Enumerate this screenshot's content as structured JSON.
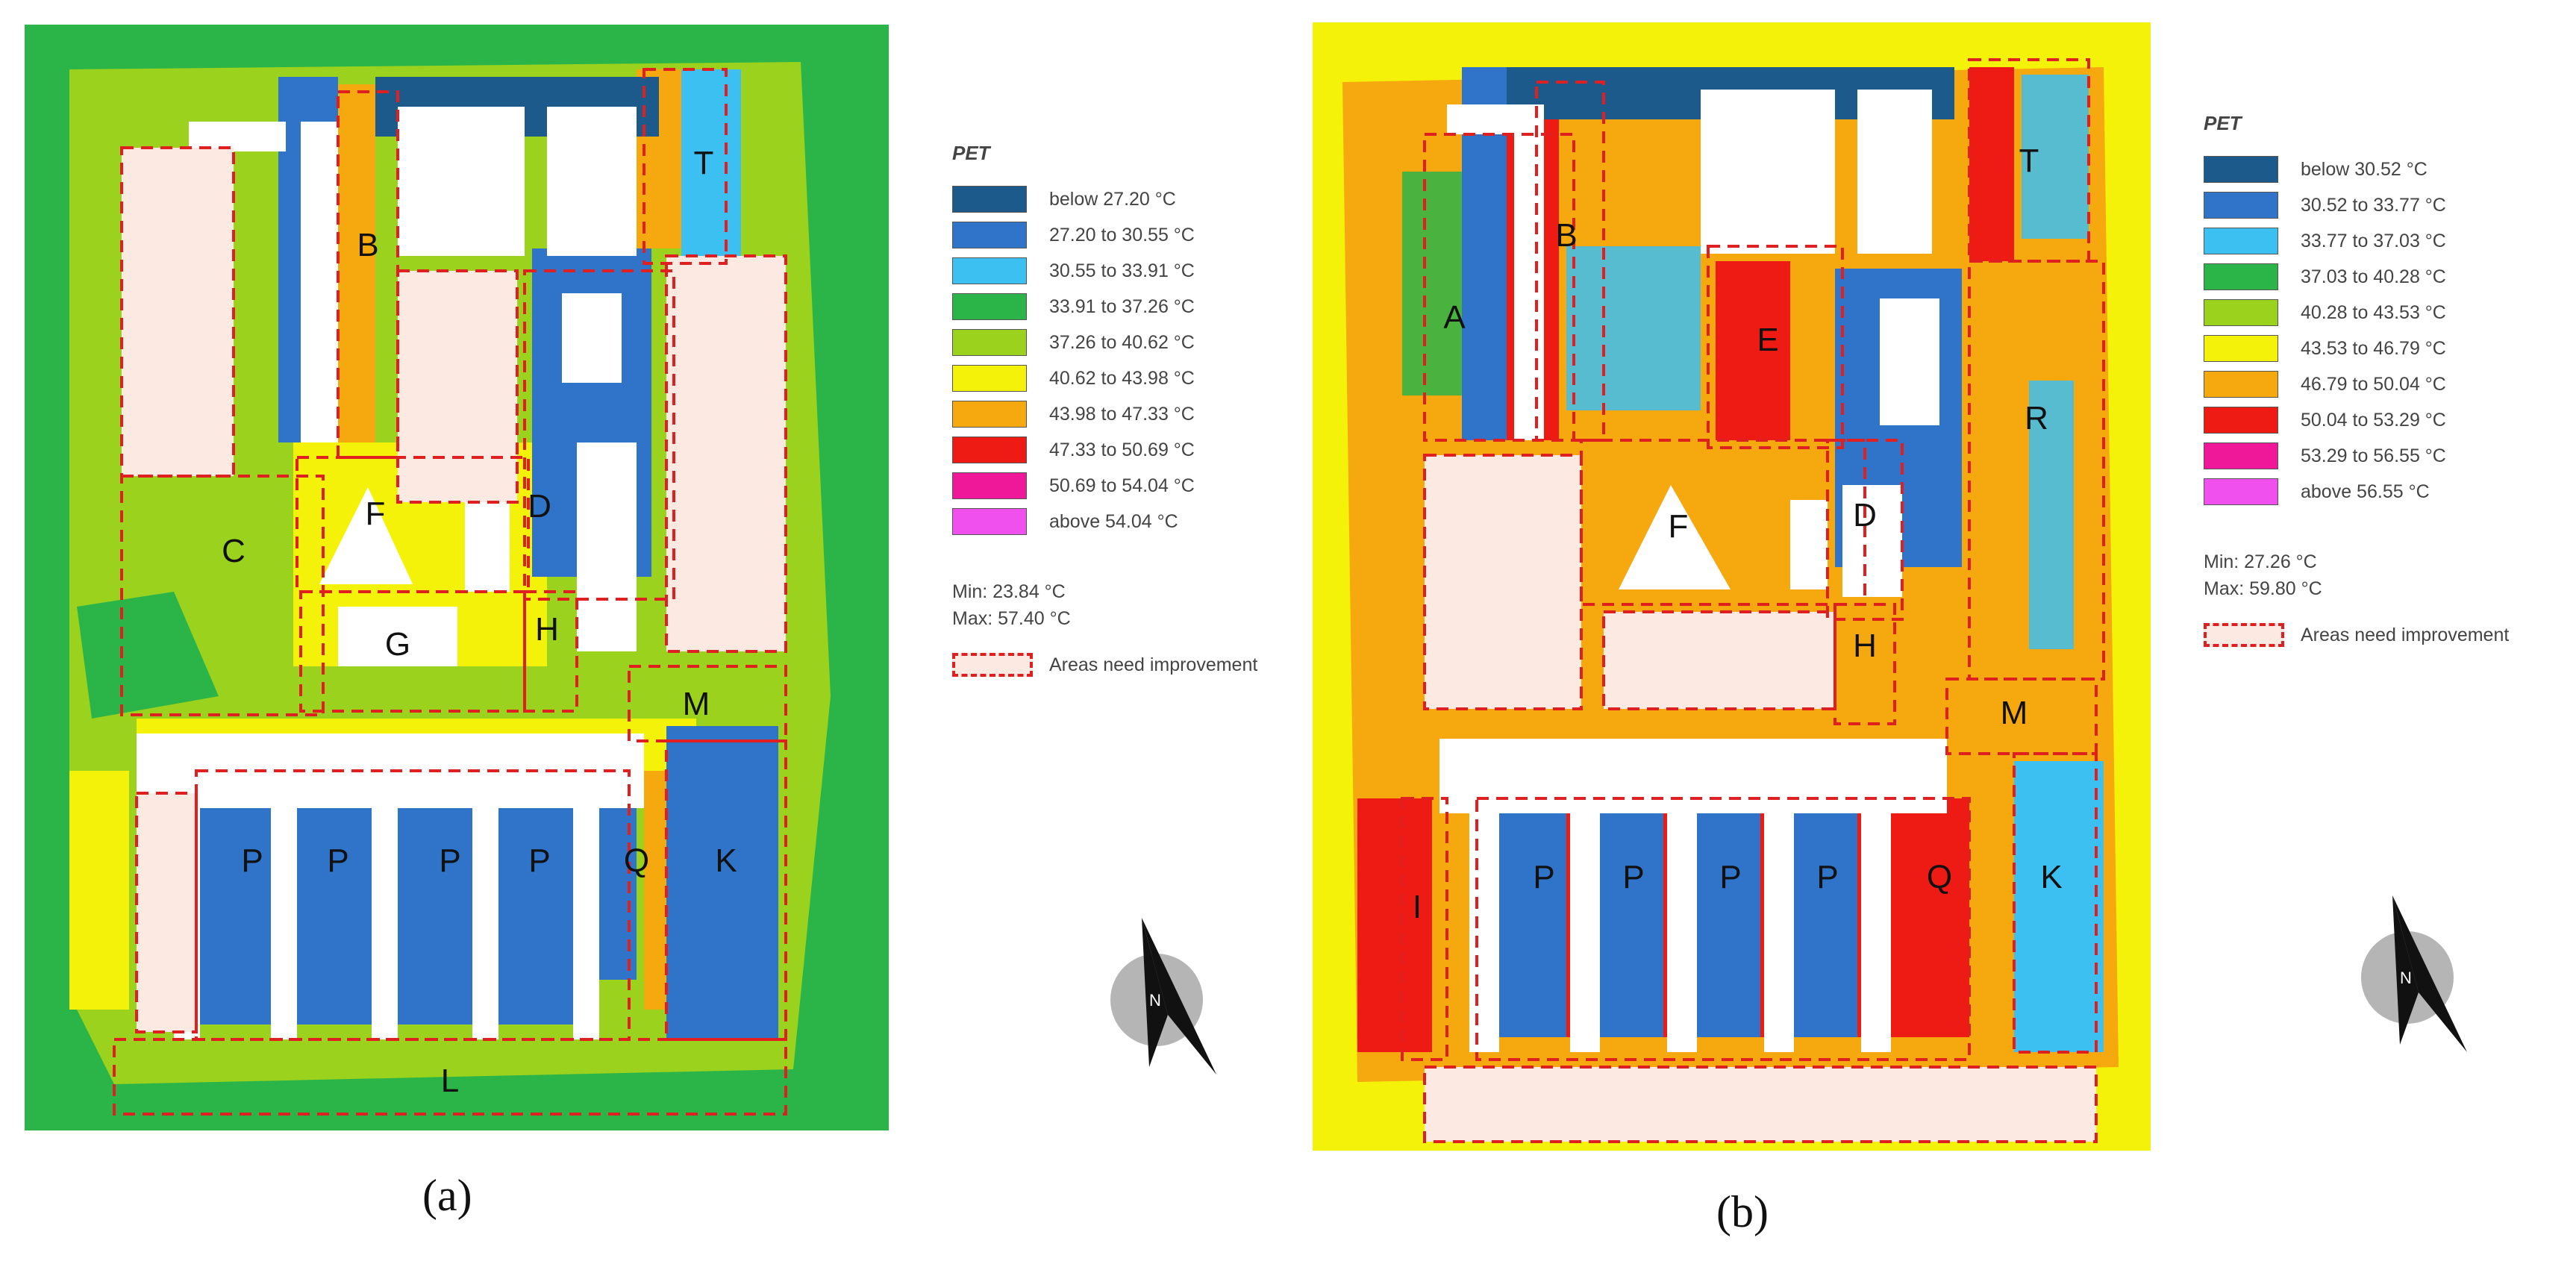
{
  "panels": [
    {
      "caption": "(a)",
      "legend": {
        "title": "PET",
        "items": [
          {
            "label": "below 27.20 °C",
            "color": "#1c5a8c"
          },
          {
            "label": "27.20 to 30.55 °C",
            "color": "#2f74c8"
          },
          {
            "label": "30.55 to 33.91 °C",
            "color": "#3cc0f2"
          },
          {
            "label": "33.91 to 37.26 °C",
            "color": "#2bb548"
          },
          {
            "label": "37.26 to 40.62 °C",
            "color": "#9ad21e"
          },
          {
            "label": "40.62 to 43.98 °C",
            "color": "#f5f20a"
          },
          {
            "label": "43.98 to 47.33 °C",
            "color": "#f6a80f"
          },
          {
            "label": "47.33 to 50.69 °C",
            "color": "#ee1a14"
          },
          {
            "label": "50.69 to 54.04 °C",
            "color": "#ee1899"
          },
          {
            "label": "above 54.04 °C",
            "color": "#f050ee"
          }
        ],
        "min": "Min: 23.84 °C",
        "max": "Max: 57.40 °C",
        "improvement_label": "Areas need improvement"
      },
      "area_labels": [
        "T",
        "B",
        "C",
        "F",
        "D",
        "G",
        "H",
        "M",
        "P",
        "P",
        "P",
        "P",
        "Q",
        "K",
        "L"
      ],
      "compass_letter": "N"
    },
    {
      "caption": "(b)",
      "legend": {
        "title": "PET",
        "items": [
          {
            "label": "below 30.52 °C",
            "color": "#1c5a8c"
          },
          {
            "label": "30.52 to 33.77 °C",
            "color": "#2f74c8"
          },
          {
            "label": "33.77 to 37.03 °C",
            "color": "#3cc0f2"
          },
          {
            "label": "37.03 to 40.28 °C",
            "color": "#2bb548"
          },
          {
            "label": "40.28 to 43.53 °C",
            "color": "#9ad21e"
          },
          {
            "label": "43.53 to 46.79 °C",
            "color": "#f5f20a"
          },
          {
            "label": "46.79 to 50.04 °C",
            "color": "#f6a80f"
          },
          {
            "label": "50.04 to 53.29 °C",
            "color": "#ee1a14"
          },
          {
            "label": "53.29 to 56.55 °C",
            "color": "#ee1899"
          },
          {
            "label": "above 56.55 °C",
            "color": "#f050ee"
          }
        ],
        "min": "Min: 27.26 °C",
        "max": "Max: 59.80 °C",
        "improvement_label": "Areas need improvement"
      },
      "area_labels": [
        "T",
        "A",
        "B",
        "E",
        "R",
        "F",
        "D",
        "H",
        "M",
        "I",
        "P",
        "P",
        "P",
        "P",
        "Q",
        "K"
      ],
      "compass_letter": "N"
    }
  ]
}
